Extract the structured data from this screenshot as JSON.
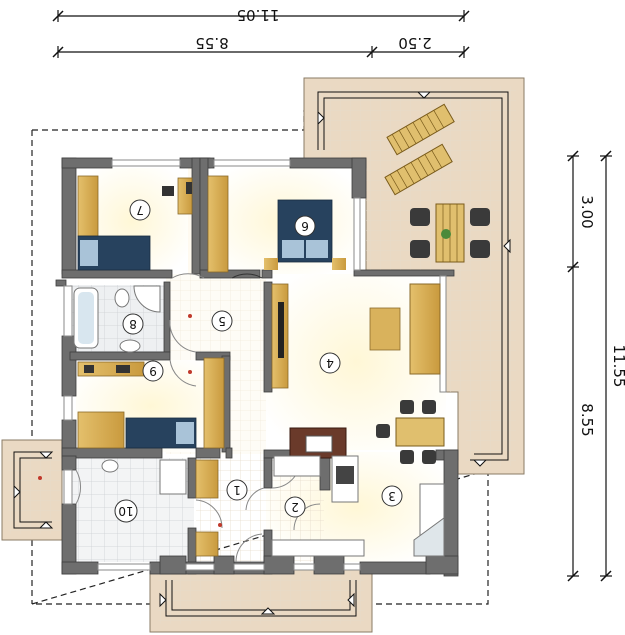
{
  "dimensions": {
    "total_width": "11.05",
    "left_width": "8.55",
    "right_width": "2.50",
    "total_depth": "11.55",
    "upper_depth": "3.00",
    "lower_depth": "8.55"
  },
  "rooms": [
    {
      "number": "1"
    },
    {
      "number": "2"
    },
    {
      "number": "3"
    },
    {
      "number": "4"
    },
    {
      "number": "5"
    },
    {
      "number": "6"
    },
    {
      "number": "7"
    },
    {
      "number": "8"
    },
    {
      "number": "9"
    },
    {
      "number": "10"
    }
  ],
  "colors": {
    "wall": "#6e6e6e",
    "terrace": "#ead9c3",
    "wood": "#d9b25c",
    "tile_line": "#e7e0d2",
    "bed": "#27425e",
    "pillow": "#a9c3d8"
  }
}
